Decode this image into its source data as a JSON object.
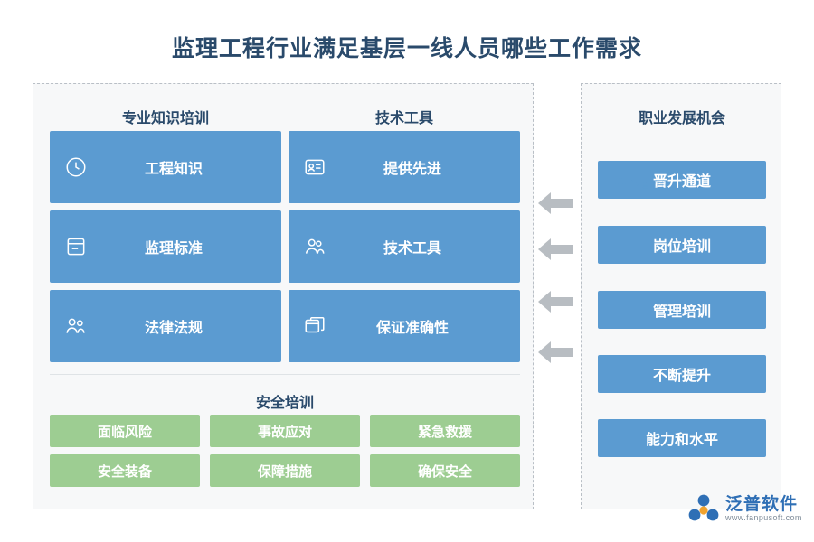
{
  "page": {
    "title": "监理工程行业满足基层一线人员哪些工作需求"
  },
  "colors": {
    "title": "#2a4a6b",
    "blue_card": "#5b9bd1",
    "green_card": "#9dcd92",
    "panel_bg": "#f7f8f9",
    "panel_border": "#b9bfc6",
    "arrow": "#b8bdc2",
    "logo_blue": "#2f6fb5"
  },
  "left_panel": {
    "columns": [
      {
        "heading": "专业知识培训",
        "cards": [
          {
            "label": "工程知识",
            "icon": "clock-icon"
          },
          {
            "label": "监理标准",
            "icon": "document-icon"
          },
          {
            "label": "法律法规",
            "icon": "people-icon"
          }
        ]
      },
      {
        "heading": "技术工具",
        "cards": [
          {
            "label": "提供先进",
            "icon": "id-card-icon"
          },
          {
            "label": "技术工具",
            "icon": "users-icon"
          },
          {
            "label": "保证准确性",
            "icon": "windows-icon"
          }
        ]
      }
    ],
    "safety": {
      "heading": "安全培训",
      "items": [
        "面临风险",
        "事故应对",
        "紧急救援",
        "安全装备",
        "保障措施",
        "确保安全"
      ]
    }
  },
  "right_panel": {
    "heading": "职业发展机会",
    "items": [
      "晋升通道",
      "岗位培训",
      "管理培训",
      "不断提升",
      "能力和水平"
    ]
  },
  "arrows": {
    "count": 4,
    "direction": "left",
    "icon": "arrow-left-icon"
  },
  "watermark": {
    "text": "泛普软件"
  },
  "logo": {
    "icon": "flower-logo-icon",
    "name_cn": "泛普软件",
    "name_en": "www.fanpusoft.com"
  }
}
